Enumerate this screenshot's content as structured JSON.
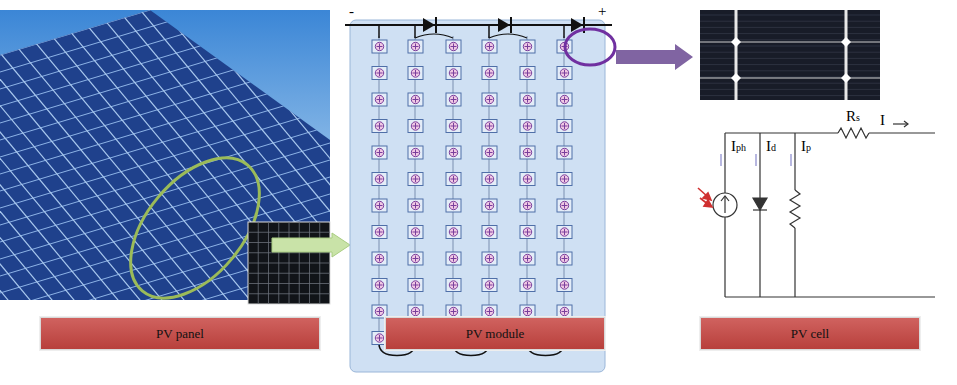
{
  "diagram": {
    "nodes": [
      {
        "text": [
          "PV panel"
        ]
      },
      {
        "text": [
          "PV module"
        ]
      },
      {
        "text": [
          "PV cell"
        ]
      }
    ],
    "labels": [
      "-",
      "+",
      "Rs",
      "I",
      "Iph",
      "Id",
      "Ip"
    ]
  }
}
